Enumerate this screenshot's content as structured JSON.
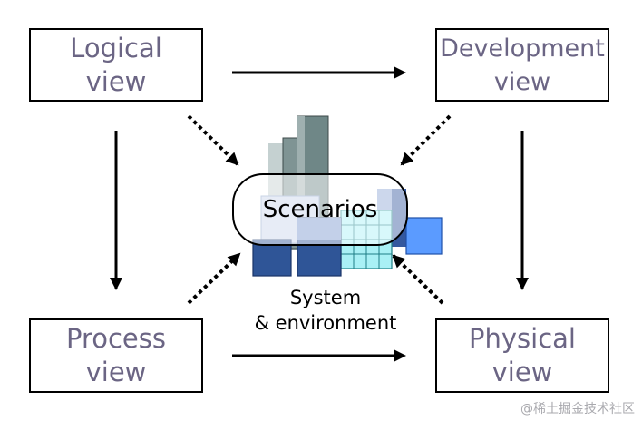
{
  "views": {
    "logical": {
      "line1": "Logical",
      "line2": "view"
    },
    "development": {
      "line1": "Development",
      "line2": "view"
    },
    "process": {
      "line1": "Process",
      "line2": "view"
    },
    "physical": {
      "line1": "Physical",
      "line2": "view"
    }
  },
  "center": {
    "scenarios": "Scenarios",
    "system_line1": "System",
    "system_line2": "& environment"
  },
  "watermark": "@稀土掘金技术社区",
  "colors": {
    "view_text": "#6b6584",
    "arrow": "#000000",
    "building_dark": "#2f5597",
    "building_light_blue": "#5b9bff",
    "building_cyan": "#a9f0f5",
    "tower_gray": "#6f8c8c"
  }
}
